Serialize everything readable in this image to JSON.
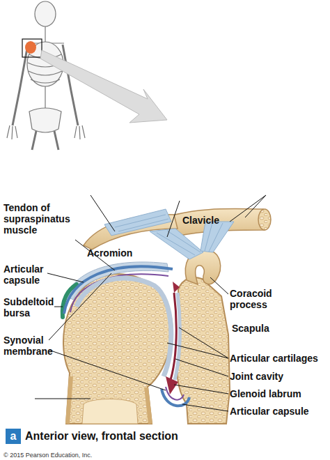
{
  "diagram": {
    "caption": "Anterior view, frontal section",
    "nodes": [
      {
        "text": [
          "a"
        ]
      }
    ],
    "labels": [
      "Tendon of supraspinatus muscle",
      "Acromion",
      "Articular capsule",
      "Subdeltoid bursa",
      "Synovial membrane",
      "Clavicle",
      "Coracoid process",
      "Scapula",
      "Articular cartilages",
      "Joint cavity",
      "Glenoid labrum",
      "Articular capsule",
      "© 2015 Pearson Education, Inc."
    ]
  }
}
